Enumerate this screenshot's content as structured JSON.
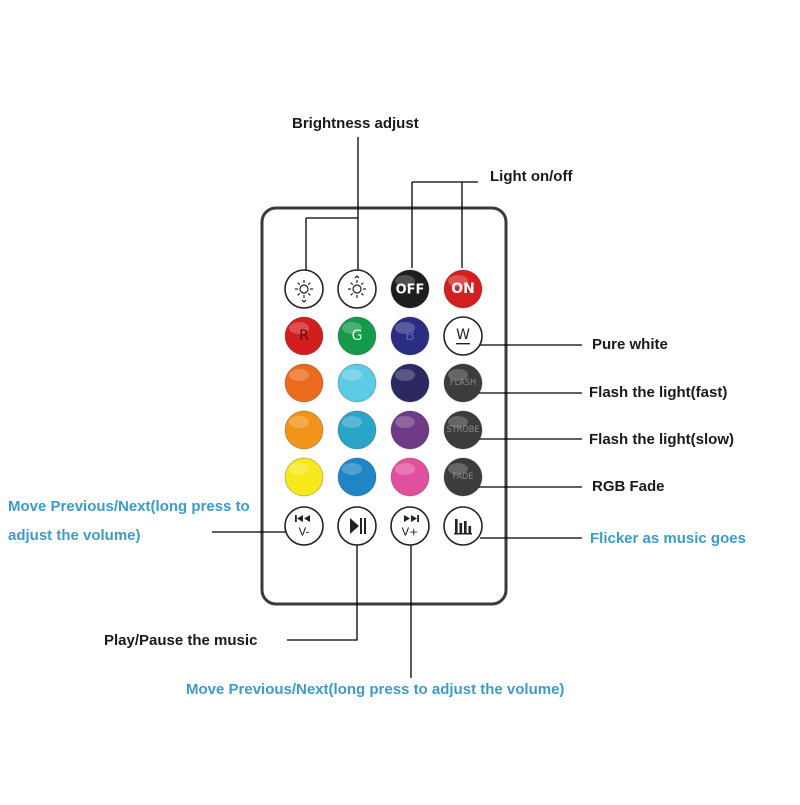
{
  "labels": {
    "brightness": "Brightness adjust",
    "light_onoff": "Light on/off",
    "pure_white": "Pure white",
    "flash_fast": "Flash the light(fast)",
    "flash_slow": "Flash the light(slow)",
    "rgb_fade": "RGB Fade",
    "flicker_music": "Flicker as music goes",
    "move_prev_next_left": "Move Previous/Next(long press to adjust the volume)",
    "play_pause": "Play/Pause the music",
    "move_prev_next_bottom": "Move Previous/Next(long press to adjust the volume)"
  },
  "remote": {
    "buttons": {
      "off": "OFF",
      "on": "ON",
      "red": "R",
      "green": "G",
      "blue": "B",
      "white": "W",
      "flash": "FLASH",
      "strobe": "STROBE",
      "fade": "FADE",
      "prev_vol": "V-",
      "next_vol": "V+"
    },
    "icons": {
      "bright_down": "sun-down-icon",
      "bright_up": "sun-up-icon",
      "prev": "previous-track-icon",
      "play_pause": "play-pause-icon",
      "next": "next-track-icon",
      "music": "music-bars-icon"
    },
    "colors": {
      "body_border": "#3a3a3a",
      "off_button": "#1e1e1e",
      "on_button": "#d42020",
      "red": "#d21e1e",
      "green": "#159a4b",
      "blue": "#2b2d82",
      "row3": [
        "#ec6a1c",
        "#5ccbe6",
        "#2c2960"
      ],
      "row4": [
        "#f2941a",
        "#2aa4c9",
        "#6f3a86"
      ],
      "row5": [
        "#f7e81c",
        "#1f85c7",
        "#e0509e"
      ],
      "gray_buttons": "#3c3c3c",
      "accent_blue_text": "#3d9bc4"
    }
  }
}
